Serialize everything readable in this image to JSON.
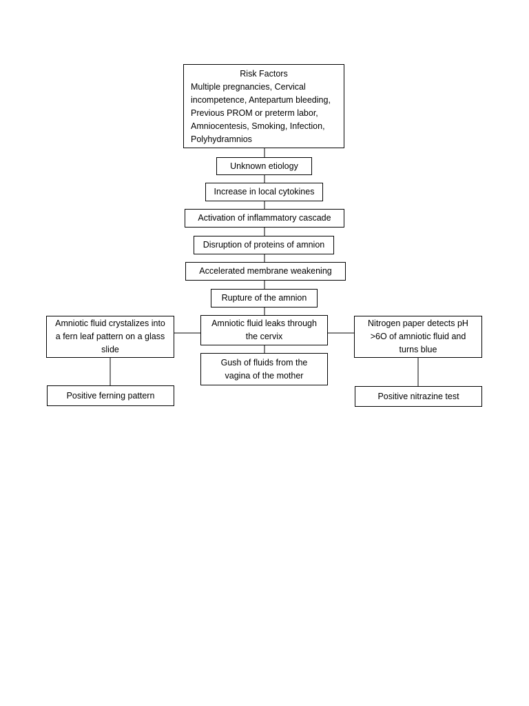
{
  "risk_factors": {
    "title": "Risk Factors",
    "lines": [
      "Multiple pregnancies, Cervical",
      "incompetence, Antepartum bleeding,",
      "Previous PROM or preterm labor,",
      "Amniocentesis, Smoking, Infection,",
      "Polyhydramnios"
    ]
  },
  "main_chain": [
    "Unknown etiology",
    "Increase in local cytokines",
    "Activation of inflammatory cascade",
    "Disruption of proteins of amnion",
    "Accelerated membrane weakening",
    "Rupture of the amnion"
  ],
  "leak": {
    "lines": [
      "Amniotic fluid leaks through",
      "the cervix"
    ]
  },
  "gush": {
    "lines": [
      "Gush of fluids from the",
      "vagina of the mother"
    ]
  },
  "left_branch": {
    "lines": [
      "Amniotic fluid crystalizes into",
      "a fern leaf pattern on a glass",
      "slide"
    ],
    "result": "Positive ferning pattern"
  },
  "right_branch": {
    "lines": [
      "Nitrogen paper detects pH",
      ">6O of amniotic fluid and",
      "turns blue"
    ],
    "result": "Positive nitrazine test"
  }
}
